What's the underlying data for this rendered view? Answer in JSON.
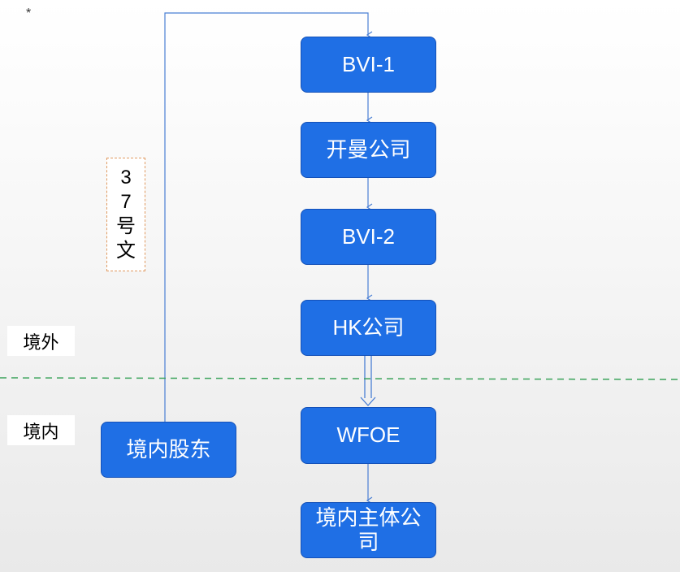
{
  "marker": "*",
  "regions": {
    "offshore": "境外",
    "onshore": "境内"
  },
  "document_label": [
    "3",
    "7",
    "号",
    "文"
  ],
  "nodes": {
    "bvi1": "BVI-1",
    "cayman": "开曼公司",
    "bvi2": "BVI-2",
    "hk": "HK公司",
    "wfoe": "WFOE",
    "domestic_entity": "境内主体公司",
    "domestic_shareholder": "境内股东"
  },
  "colors": {
    "node_fill": "#1f6fe5",
    "node_border": "#1451b8",
    "connector": "#4a7fd4",
    "border_line": "#3aa35a",
    "doc_border": "#e09a60"
  }
}
